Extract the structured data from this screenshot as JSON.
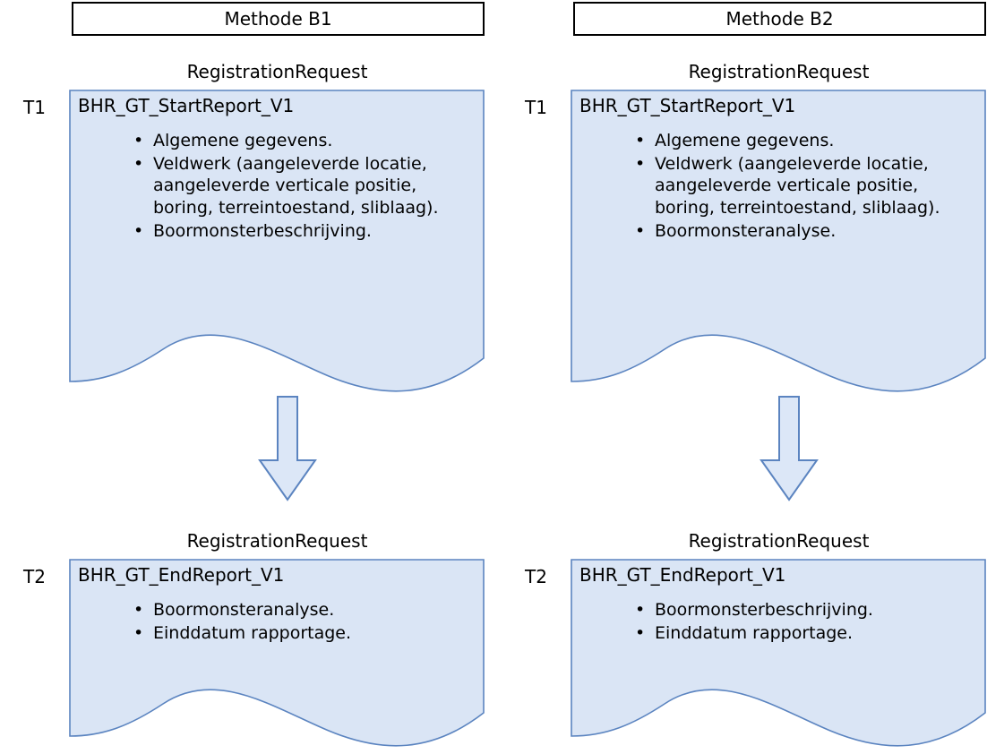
{
  "diagram": {
    "title_left": "Methode B1",
    "title_right": "Methode B2",
    "caption": "RegistrationRequest",
    "time_t1": "T1",
    "time_t2": "T2",
    "bullet_glyph": "•",
    "colors": {
      "document_fill": "#DAE5F5",
      "document_stroke": "#5B84C0",
      "arrow_fill": "#DCE7F7",
      "arrow_stroke": "#5B84C0",
      "header_border": "#000000",
      "text": "#000000"
    }
  },
  "columns": [
    {
      "id": "b1",
      "header": "Methode B1",
      "start": {
        "caption": "RegistrationRequest",
        "time": "T1",
        "title": "BHR_GT_StartReport_V1",
        "items": [
          "Algemene gegevens.",
          "Veldwerk (aangeleverde locatie, aangeleverde verticale positie, boring, terreintoestand, sliblaag).",
          "Boormonsterbeschrijving."
        ]
      },
      "end": {
        "caption": "RegistrationRequest",
        "time": "T2",
        "title": "BHR_GT_EndReport_V1",
        "items": [
          "Boormonsteranalyse.",
          "Einddatum rapportage."
        ]
      }
    },
    {
      "id": "b2",
      "header": "Methode B2",
      "start": {
        "caption": "RegistrationRequest",
        "time": "T1",
        "title": "BHR_GT_StartReport_V1",
        "items": [
          "Algemene gegevens.",
          "Veldwerk (aangeleverde locatie, aangeleverde verticale positie, boring, terreintoestand, sliblaag).",
          "Boormonsteranalyse."
        ]
      },
      "end": {
        "caption": "RegistrationRequest",
        "time": "T2",
        "title": "BHR_GT_EndReport_V1",
        "items": [
          "Boormonsterbeschrijving.",
          "Einddatum rapportage."
        ]
      }
    }
  ]
}
